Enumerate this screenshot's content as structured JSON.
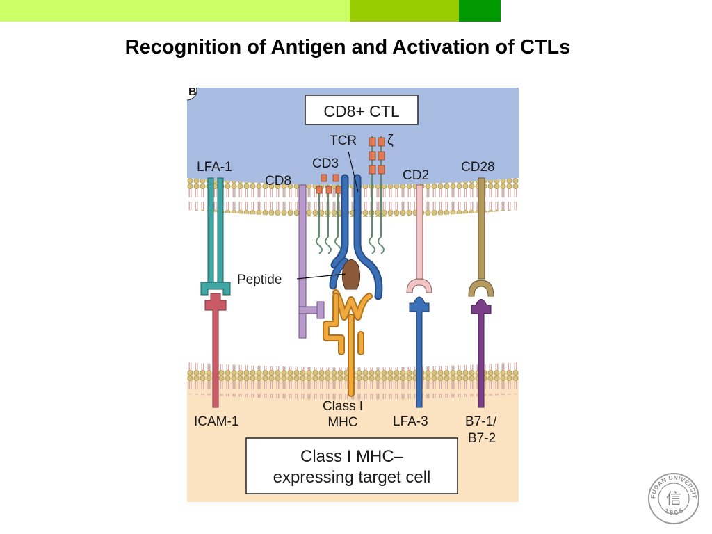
{
  "slide": {
    "title": "Recognition of Antigen and Activation of CTLs",
    "bar_colors": [
      "#ccff66",
      "#99cc00",
      "#009900"
    ]
  },
  "diagram": {
    "panel_letter": "B",
    "ctl_box_label": "CD8+ CTL",
    "target_box_line1": "Class I MHC–",
    "target_box_line2": "expressing target cell",
    "labels": {
      "lfa1": "LFA-1",
      "cd8": "CD8",
      "cd3": "CD3",
      "tcr": "TCR",
      "zeta": "ζ",
      "cd2": "CD2",
      "cd28": "CD28",
      "peptide": "Peptide",
      "icam1": "ICAM-1",
      "mhc_line1": "Class I",
      "mhc_line2": "MHC",
      "lfa3": "LFA-3",
      "b7_line1": "B7-1/",
      "b7_line2": "B7-2"
    },
    "colors": {
      "ctl_cytoplasm": "#a9bde3",
      "target_cytoplasm": "#fbe2c0",
      "membrane_head": "#d8c58a",
      "membrane_tail": "#e8c9c9",
      "lfa1": "#3fa6a3",
      "icam1": "#c95b66",
      "cd8": "#b79ac9",
      "cd3_tcr": "#3b6fb6",
      "zeta": "#e07a53",
      "mhc": "#f0a93c",
      "peptide": "#8a5a3a",
      "cd2": "#f0c4c4",
      "lfa3": "#3b6fb6",
      "cd28": "#b49a5e",
      "b7": "#7a3f88"
    }
  },
  "seal": {
    "text_top": "FUDAN UNIVERSITY",
    "text_bottom": "1905",
    "glyph": "信"
  }
}
